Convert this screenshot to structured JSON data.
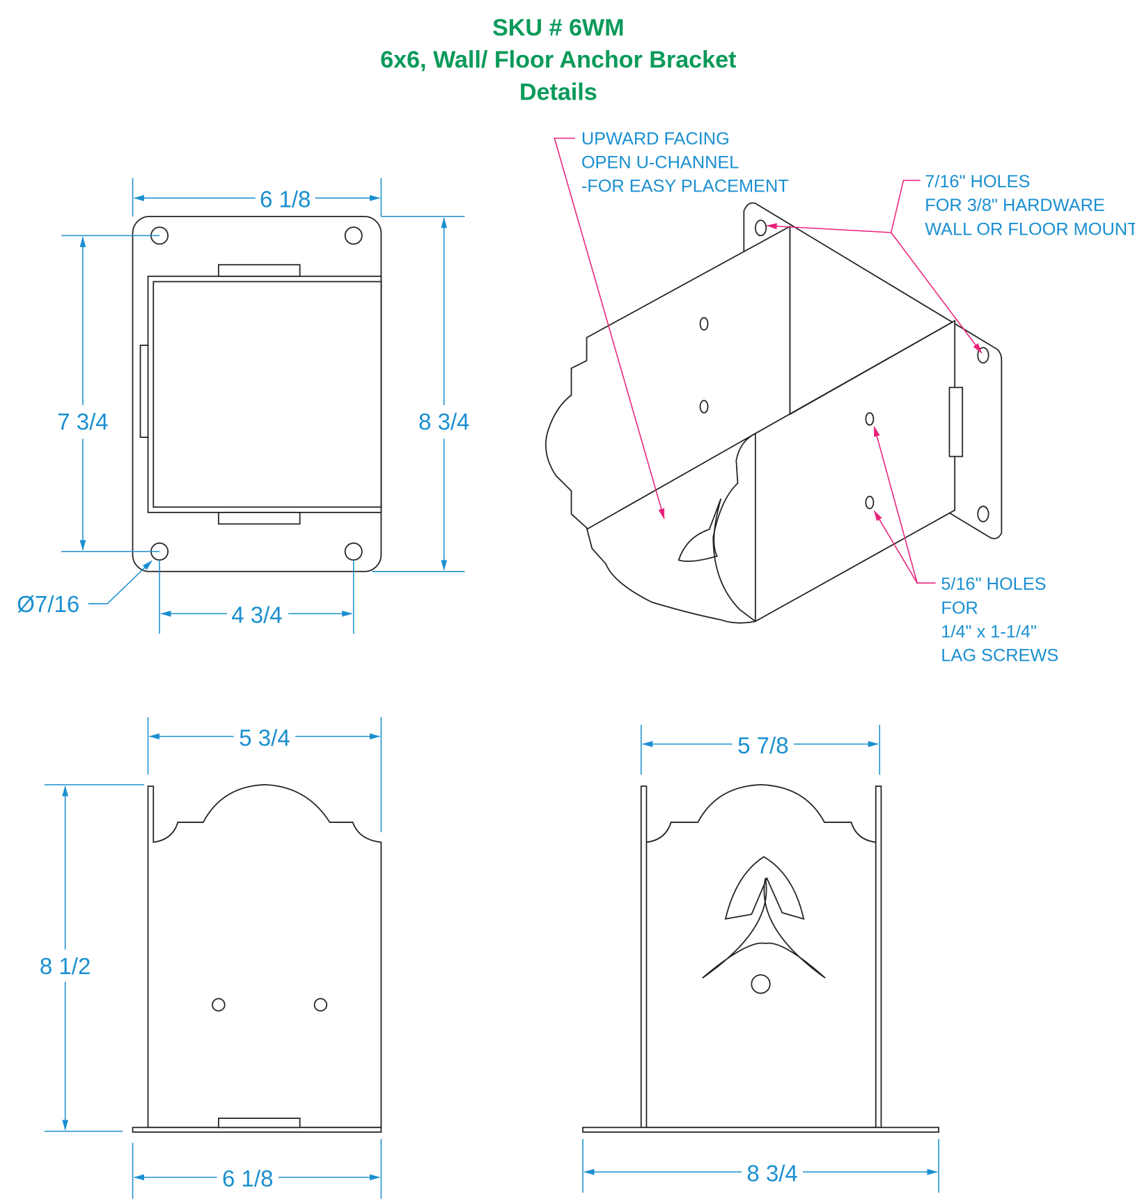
{
  "title": {
    "line1": "SKU # 6WM",
    "line2": "6x6, Wall/ Floor Anchor Bracket",
    "line3": "Details"
  },
  "colors": {
    "title": "#0a9a5a",
    "dimension": "#1a8fd0",
    "leader": "#e8207a",
    "outline": "#222222"
  },
  "plan_view": {
    "width_top": "6 1/8",
    "hole_spacing_vertical": "7 3/4",
    "height_overall": "8 3/4",
    "hole_spacing_horizontal": "4 3/4",
    "hole_diameter": "Ø7/16"
  },
  "iso_view": {
    "note_channel": [
      "UPWARD FACING",
      "OPEN U-CHANNEL",
      "-FOR EASY PLACEMENT"
    ],
    "note_plate_holes": [
      "7/16\" HOLES",
      "FOR 3/8\" HARDWARE",
      "WALL OR FLOOR MOUNT"
    ],
    "note_lag_holes": [
      "5/16\" HOLES",
      "FOR",
      "1/4\" x 1-1/4\"",
      "LAG SCREWS"
    ]
  },
  "side_view": {
    "width_top": "5 3/4",
    "height": "8 1/2",
    "width_base": "6 1/8"
  },
  "front_view": {
    "width_top": "5 7/8",
    "width_base": "8 3/4"
  }
}
